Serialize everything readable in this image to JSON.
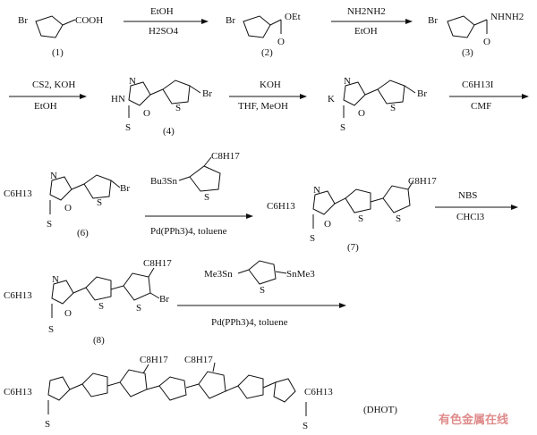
{
  "compounds": {
    "c1": {
      "number": "(1)",
      "left": "Br",
      "right": "COOH"
    },
    "c2": {
      "number": "(2)",
      "left": "Br",
      "right": "OEt",
      "oxo": "O"
    },
    "c3": {
      "number": "(3)",
      "left": "Br",
      "right": "NHNH2",
      "oxo": "O"
    },
    "c4": {
      "number": "(4)",
      "nh": "HN",
      "n": "N",
      "o": "O",
      "s": "S",
      "br": "Br",
      "ring_s": "S"
    },
    "c5": {
      "k": "K",
      "n": "N",
      "o": "O",
      "s": "S",
      "br": "Br",
      "ring_s": "S"
    },
    "c6": {
      "number": "(6)",
      "hex": "C6H13",
      "n": "N",
      "o": "O",
      "s": "S",
      "br": "Br",
      "ring_s": "S"
    },
    "c7": {
      "number": "(7)",
      "hex": "C6H13",
      "oct": "C8H17",
      "n": "N",
      "o": "O",
      "s": "S"
    },
    "c8": {
      "number": "(8)",
      "hex": "C6H13",
      "oct": "C8H17",
      "n": "N",
      "o": "O",
      "s": "S",
      "br": "Br"
    },
    "dhot": {
      "name": "(DHOT)",
      "hex_l": "C6H13",
      "hex_r": "C6H13",
      "oct_1": "C8H17",
      "oct_2": "C8H17"
    }
  },
  "reagents": {
    "r1_top": "EtOH",
    "r1_bot": "H2SO4",
    "r2_top": "NH2NH2",
    "r2_bot": "EtOH",
    "r3_top": "CS2, KOH",
    "r3_bot": "EtOH",
    "r4_top": "KOH",
    "r4_bot": "THF, MeOH",
    "r5_top": "C6H13I",
    "r5_bot": "CMF",
    "r6_reagent": "Bu3Sn",
    "r6_oct": "C8H17",
    "r6_bot": "Pd(PPh3)4, toluene",
    "r7_top": "NBS",
    "r7_bot": "CHCl3",
    "r8_left": "Me3Sn",
    "r8_right": "SnMe3",
    "r8_bot": "Pd(PPh3)4, toluene"
  },
  "watermark": "有色金属在线"
}
